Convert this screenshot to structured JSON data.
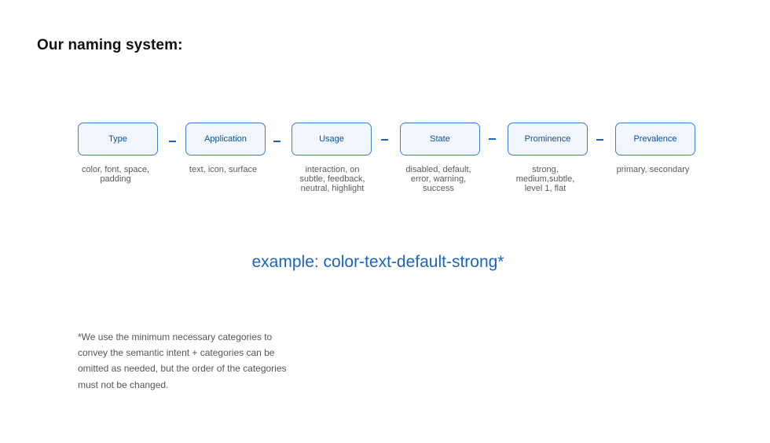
{
  "title": "Our naming system:",
  "categories": [
    {
      "label": "Type",
      "description": "color, font, space,\npadding"
    },
    {
      "label": "Application",
      "description": "text, icon, surface"
    },
    {
      "label": "Usage",
      "description": "interaction, on\nsubtle, feedback,\nneutral, highlight"
    },
    {
      "label": "State",
      "description": "disabled, default,\nerror, warning,\nsuccess"
    },
    {
      "label": "Prominence",
      "description": "strong,\nmedium,subtle,\nlevel 1, flat"
    },
    {
      "label": "Prevalence",
      "description": "primary, secondary"
    }
  ],
  "example": "example: color-text-default-strong*",
  "footnote": "*We use the minimum necessary categories to convey the semantic intent + categories can be omitted as needed, but the order of the categories must not be changed.",
  "colors": {
    "accent": "#1a64c4",
    "box_border": "#3f7fc9",
    "box_fill": "#f1f6fc"
  }
}
